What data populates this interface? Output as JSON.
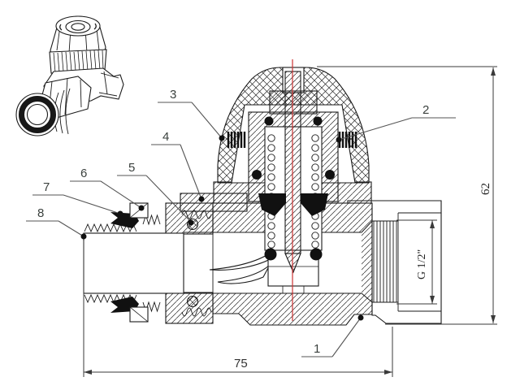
{
  "drawing": {
    "type": "valve-technical-drawing",
    "views": {
      "isometric_thumbnail": "valve-3d-line-view",
      "main": "valve-cross-section"
    },
    "callouts": [
      {
        "label": "1"
      },
      {
        "label": "2"
      },
      {
        "label": "3"
      },
      {
        "label": "4"
      },
      {
        "label": "5"
      },
      {
        "label": "6"
      },
      {
        "label": "7"
      },
      {
        "label": "8"
      }
    ],
    "dimensions": {
      "overall_width": {
        "value": "75"
      },
      "overall_height": {
        "value": "62"
      },
      "thread_size": {
        "value": "G 1/2\""
      }
    },
    "colors": {
      "background": "#ffffff",
      "line": "#1a1a1a",
      "leader": "#555555",
      "centerline": "#cc3434",
      "text": "#3a403d",
      "seal_fill": "#111111"
    }
  }
}
